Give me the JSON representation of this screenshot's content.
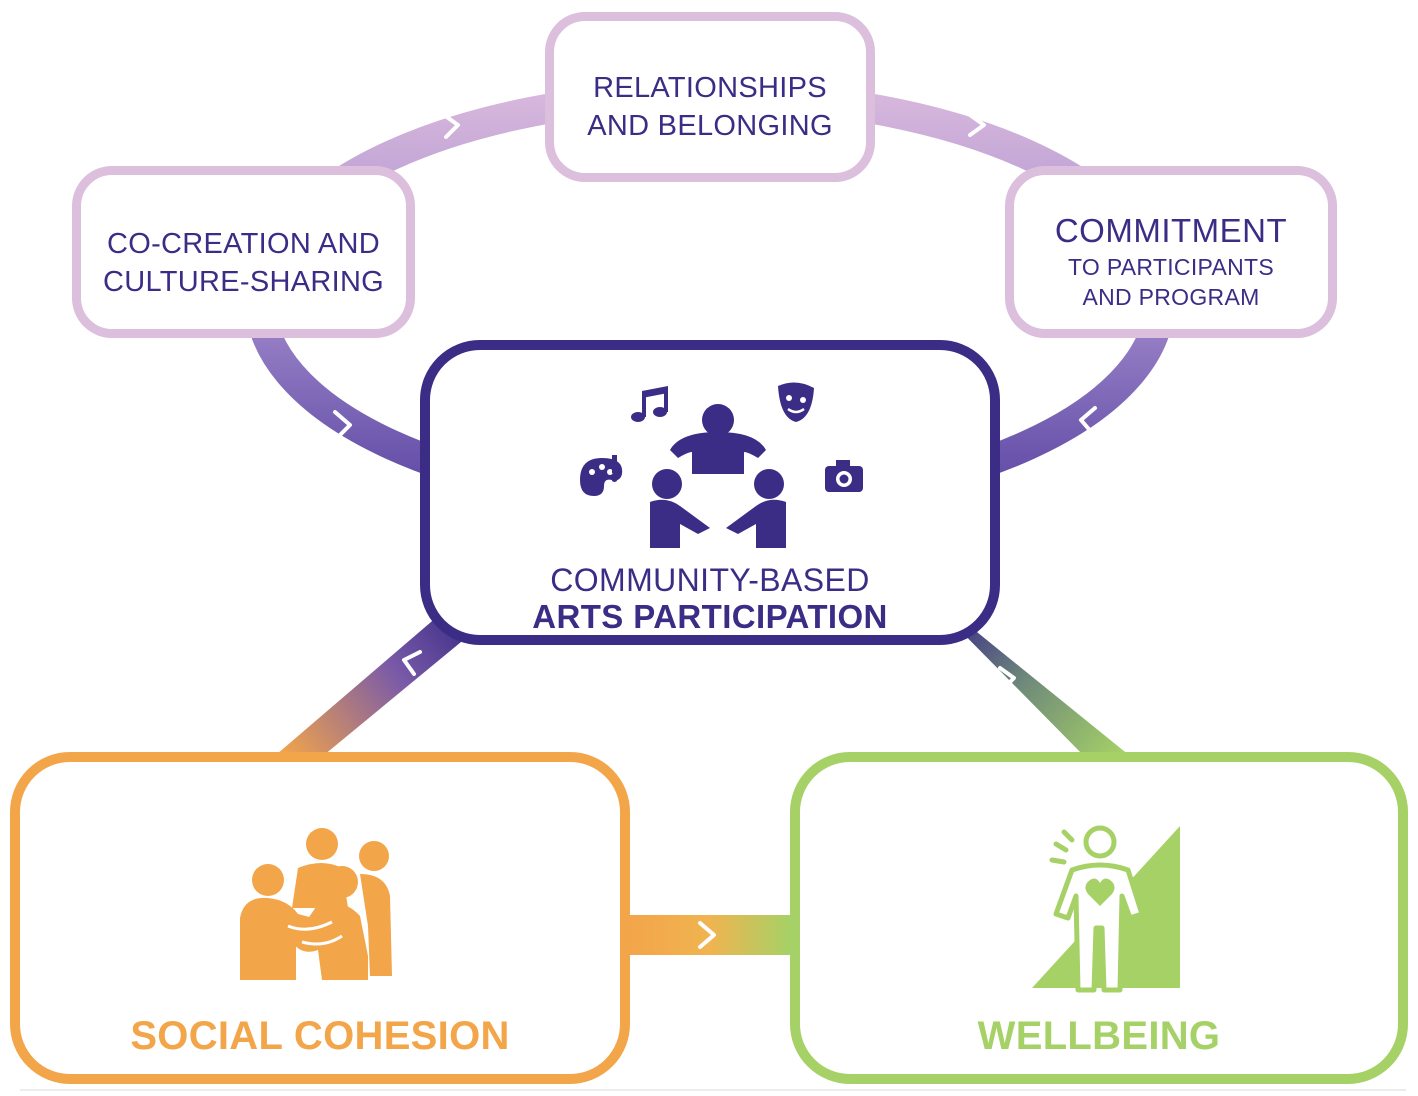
{
  "nodes": {
    "relationships": {
      "line1": "RELATIONSHIPS",
      "line2": "AND BELONGING"
    },
    "co_creation": {
      "line1": "CO-CREATION AND",
      "line2": "CULTURE-SHARING"
    },
    "commitment": {
      "title": "COMMITMENT",
      "line2": "TO PARTICIPANTS",
      "line3": "AND PROGRAM"
    },
    "core": {
      "line1": "COMMUNITY-BASED",
      "line2": "ARTS PARTICIPATION"
    },
    "social_cohesion": {
      "label": "SOCIAL COHESION"
    },
    "wellbeing": {
      "label": "WELLBEING"
    }
  },
  "colors": {
    "navy": "#3b2d86",
    "pink_border": "#dcbedd",
    "ring_purple": "#8a6ec2",
    "orange": "#f3a54a",
    "green": "#a6d166"
  },
  "icons": [
    "music-note-icon",
    "theater-masks-icon",
    "paint-palette-icon",
    "camera-icon",
    "people-circle-icon",
    "group-hug-icon",
    "wellbeing-person-heart-icon"
  ]
}
